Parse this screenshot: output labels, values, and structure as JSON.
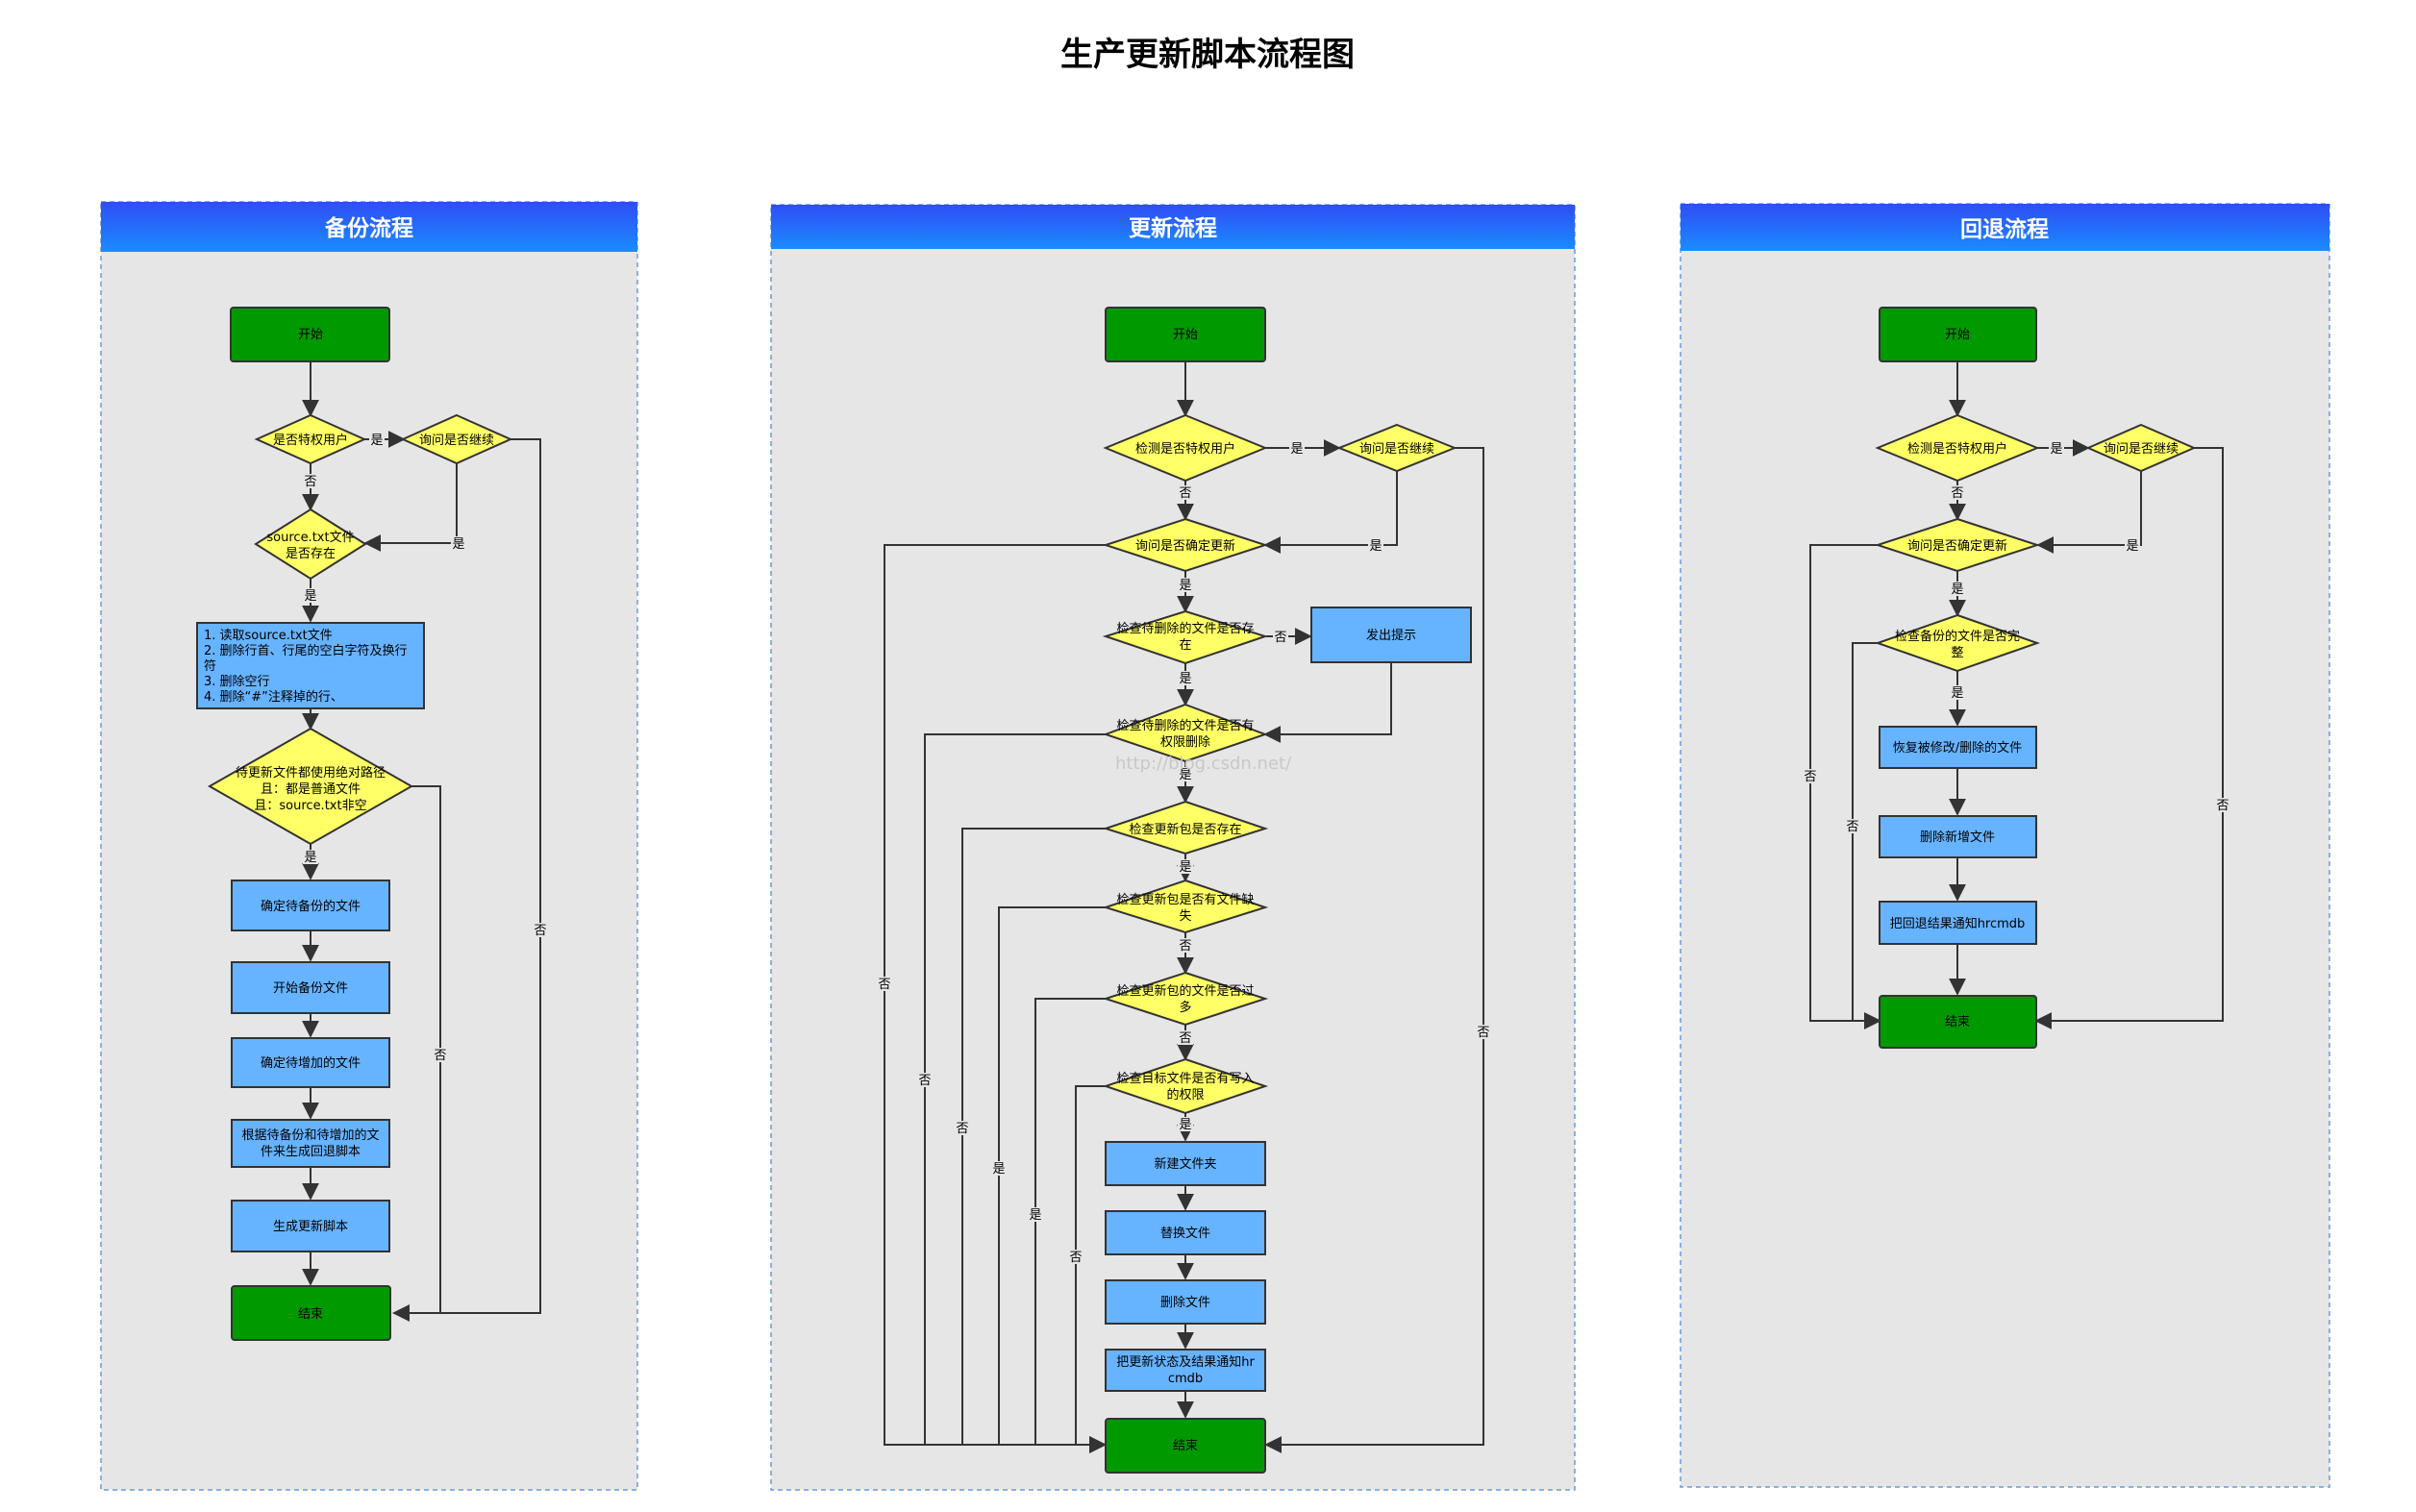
{
  "title": "生产更新脚本流程图",
  "watermark": "http://blog.csdn.net/",
  "colors": {
    "header_top": "#2f5cf5",
    "header_bottom": "#1a8cff",
    "swimlane_bg": "#e6e6e6",
    "terminal": "#009900",
    "process": "#66b3ff",
    "decision": "#ffff66",
    "stroke": "#333333"
  },
  "lanes": {
    "backup": "备份流程",
    "update": "更新流程",
    "rollback": "回退流程"
  },
  "backup": {
    "start": "开始",
    "d1": "是否特权用户",
    "d2": "询问是否继续",
    "d3a": "source.txt文件",
    "d3b": "是否存在",
    "p1": [
      "1. 读取source.txt文件",
      "2. 删除行首、行尾的空白字符及换行",
      "符",
      "3. 删除空行",
      "4. 删除“#”注释掉的行、"
    ],
    "d4": [
      "待更新文件都使用绝对路径",
      "且：都是普通文件",
      "且：source.txt非空"
    ],
    "p2": "确定待备份的文件",
    "p3": "开始备份文件",
    "p4": "确定待增加的文件",
    "p5": [
      "根据待备份和待增加的文",
      "件来生成回退脚本"
    ],
    "p6": "生成更新脚本",
    "end": "结束"
  },
  "update": {
    "start": "开始",
    "d1": "检测是否特权用户",
    "d2": "询问是否继续",
    "d3": "询问是否确定更新",
    "d4": [
      "检查待删除的文件是否存",
      "在"
    ],
    "alert": "发出提示",
    "d5": [
      "检查待删除的文件是否有",
      "权限删除"
    ],
    "d6": "检查更新包是否存在",
    "d7": [
      "检查更新包是否有文件缺",
      "失"
    ],
    "d8": [
      "检查更新包的文件是否过",
      "多"
    ],
    "d9": [
      "检查目标文件是否有写入",
      "的权限"
    ],
    "p1": "新建文件夹",
    "p2": "替换文件",
    "p3": "删除文件",
    "p4": [
      "把更新状态及结果通知hr",
      "cmdb"
    ],
    "end": "结束"
  },
  "rollback": {
    "start": "开始",
    "d1": "检测是否特权用户",
    "d2": "询问是否继续",
    "d3": "询问是否确定更新",
    "d4": [
      "检查备份的文件是否完",
      "整"
    ],
    "p1": "恢复被修改/删除的文件",
    "p2": "删除新增文件",
    "p3": "把回退结果通知hrcmdb",
    "end": "结束"
  },
  "labels": {
    "yes": "是",
    "no": "否"
  }
}
